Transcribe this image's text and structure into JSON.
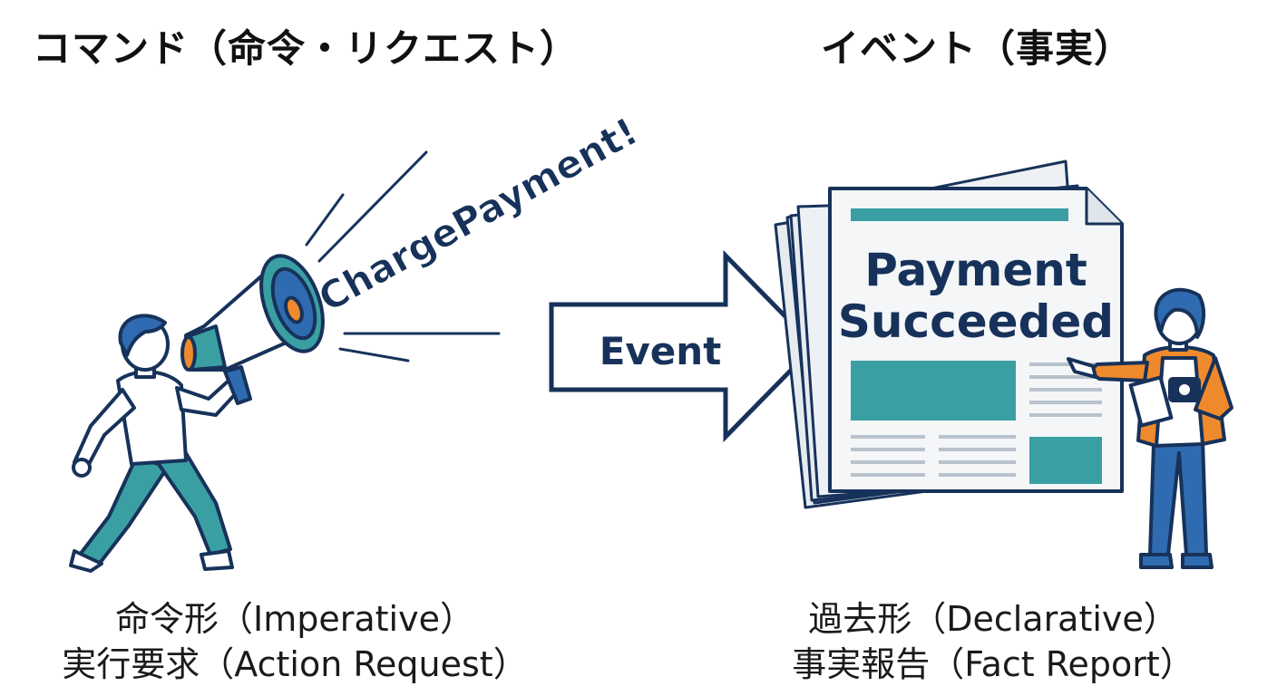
{
  "command": {
    "heading": "コマンド（命令・リクエスト）",
    "shout": "ChargePayment!",
    "caption_line1": "命令形（Imperative）",
    "caption_line2": "実行要求（Action Request）"
  },
  "arrow": {
    "label": "Event"
  },
  "event": {
    "heading": "イベント（事実）",
    "headline_line1": "Payment",
    "headline_line2": "Succeeded",
    "caption_line1": "過去形（Declarative）",
    "caption_line2": "事実報告（Fact Report）"
  },
  "colors": {
    "navy": "#17325a",
    "teal": "#3a9fa3",
    "blue": "#2f6bb0",
    "orange": "#ef8a2c",
    "paper": "#f4f6f8"
  }
}
